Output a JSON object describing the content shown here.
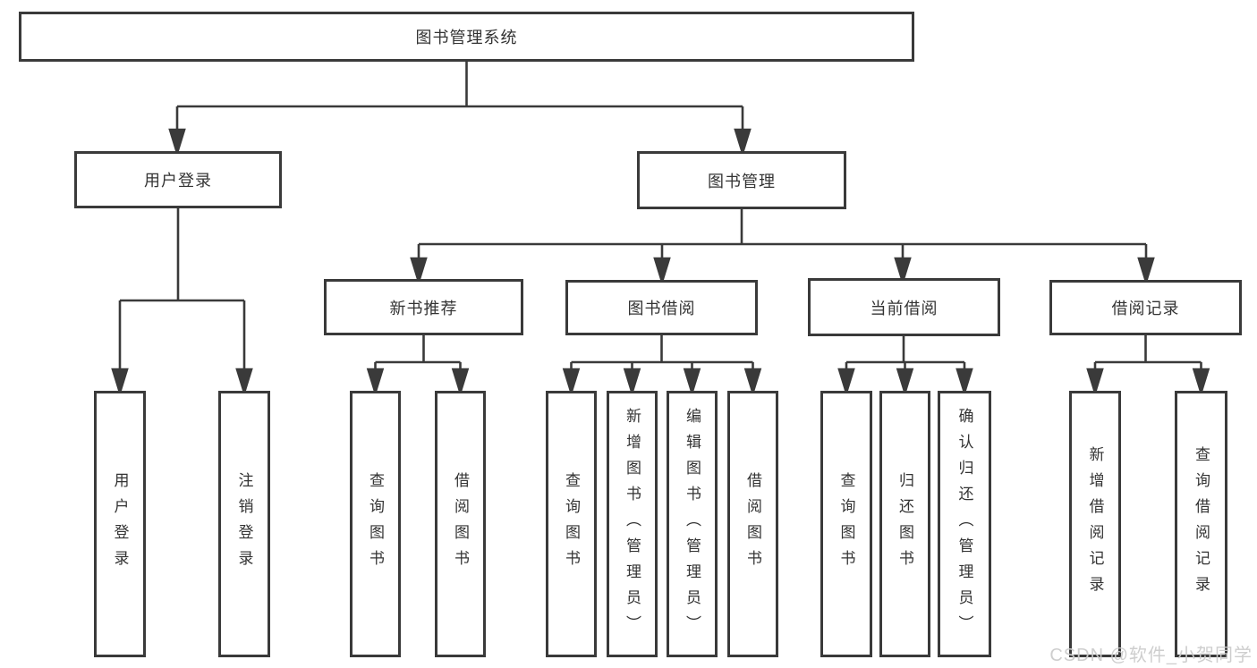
{
  "diagram": {
    "root": {
      "label": "图书管理系统"
    },
    "level2": [
      {
        "label": "用户登录"
      },
      {
        "label": "图书管理"
      }
    ],
    "level3": [
      {
        "label": "新书推荐",
        "parent": "图书管理"
      },
      {
        "label": "图书借阅",
        "parent": "图书管理"
      },
      {
        "label": "当前借阅",
        "parent": "图书管理"
      },
      {
        "label": "借阅记录",
        "parent": "图书管理"
      }
    ],
    "leaves": [
      {
        "label": "用户登录",
        "parent": "用户登录"
      },
      {
        "label": "注销登录",
        "parent": "用户登录"
      },
      {
        "label": "查询图书",
        "parent": "新书推荐"
      },
      {
        "label": "借阅图书",
        "parent": "新书推荐"
      },
      {
        "label": "查询图书",
        "parent": "图书借阅"
      },
      {
        "label": "新增图书（管理员）",
        "parent": "图书借阅"
      },
      {
        "label": "编辑图书（管理员）",
        "parent": "图书借阅"
      },
      {
        "label": "借阅图书",
        "parent": "图书借阅"
      },
      {
        "label": "查询图书",
        "parent": "当前借阅"
      },
      {
        "label": "归还图书",
        "parent": "当前借阅"
      },
      {
        "label": "确认归还（管理员）",
        "parent": "当前借阅"
      },
      {
        "label": "新增借阅记录",
        "parent": "借阅记录"
      },
      {
        "label": "查询借阅记录",
        "parent": "借阅记录"
      }
    ]
  },
  "watermark": {
    "text": "CSDN @软件_小贺同学"
  },
  "colors": {
    "line": "#3a3a3a",
    "text": "#333333",
    "background": "#ffffff",
    "watermark": "#cbcbcb"
  }
}
